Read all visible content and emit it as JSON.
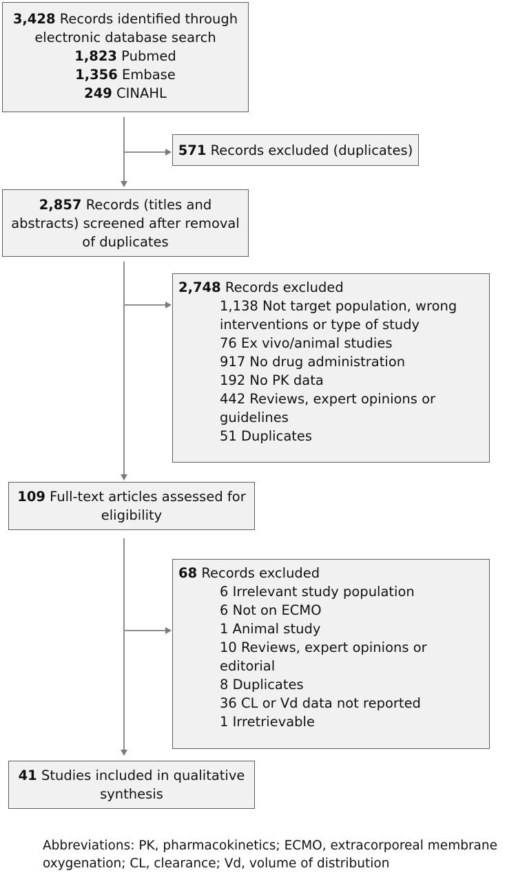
{
  "identification": {
    "num": "3,428",
    "label": "Records identified through electronic database search",
    "label_line1": "Records identified through",
    "label_line2": "electronic database search",
    "sources": [
      {
        "num": "1,823",
        "name": "Pubmed"
      },
      {
        "num": "1,356",
        "name": "Embase"
      },
      {
        "num": "249",
        "name": "CINAHL"
      }
    ]
  },
  "duplicates_excluded": {
    "num": "571",
    "label": "Records excluded (duplicates)"
  },
  "screened": {
    "num": "2,857",
    "line1": "Records (titles and",
    "line2": "abstracts) screened after removal",
    "line3": "of duplicates"
  },
  "screen_excluded": {
    "num": "2,748",
    "label": "Records excluded",
    "lines": [
      "1,138 Not target population, wrong",
      "interventions or type of study",
      "76 Ex vivo/animal studies",
      "917 No drug administration",
      "192 No PK data",
      "442 Reviews, expert opinions or",
      "guidelines",
      "51 Duplicates"
    ]
  },
  "fulltext": {
    "num": "109",
    "line1": "Full-text articles assessed for",
    "line2": "eligibility"
  },
  "fulltext_excluded": {
    "num": "68",
    "label": "Records excluded",
    "lines": [
      "6 Irrelevant study population",
      "6 Not on ECMO",
      "1 Animal study",
      "10 Reviews, expert opinions or",
      "editorial",
      "8 Duplicates",
      "36 CL or Vd data not reported",
      "1 Irretrievable"
    ]
  },
  "included": {
    "num": "41",
    "line1": "Studies included in qualitative",
    "line2": "synthesis"
  },
  "footnote": {
    "line1": "Abbreviations: PK, pharmacokinetics; ECMO, extracorporeal membrane",
    "line2": "oxygenation; CL, clearance; Vd, volume of distribution"
  },
  "colors": {
    "box_fill": "#f1f1f1",
    "box_border": "#5c5c5c",
    "connector": "#8c8c8c"
  }
}
